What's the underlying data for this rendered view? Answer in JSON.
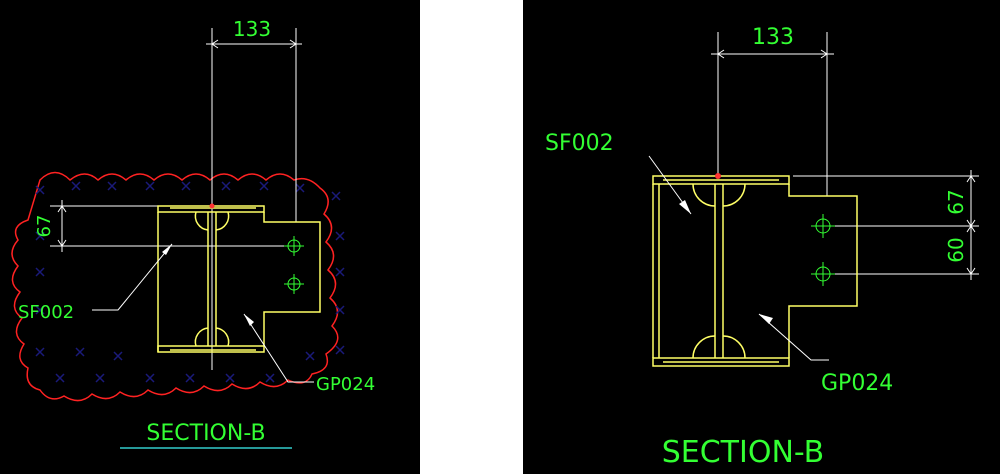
{
  "colors": {
    "background": "#000000",
    "separator": "#ffffff",
    "steel": "#ffff66",
    "dimension": "#ffffff",
    "text": "#33ff33",
    "revision_cloud": "#ff2222",
    "cross_marks": "#1a1a7a",
    "title_underline": "#33cccc",
    "point_marker": "#ff3333"
  },
  "left_view": {
    "top_dimension": "133",
    "side_dimension": "67",
    "label_member": "SF002",
    "label_plate": "GP024",
    "section_title": "SECTION-B"
  },
  "right_view": {
    "top_dimension": "133",
    "side_dimension_upper": "67",
    "side_dimension_lower": "60",
    "label_member": "SF002",
    "label_plate": "GP024",
    "section_title": "SECTION-B"
  }
}
